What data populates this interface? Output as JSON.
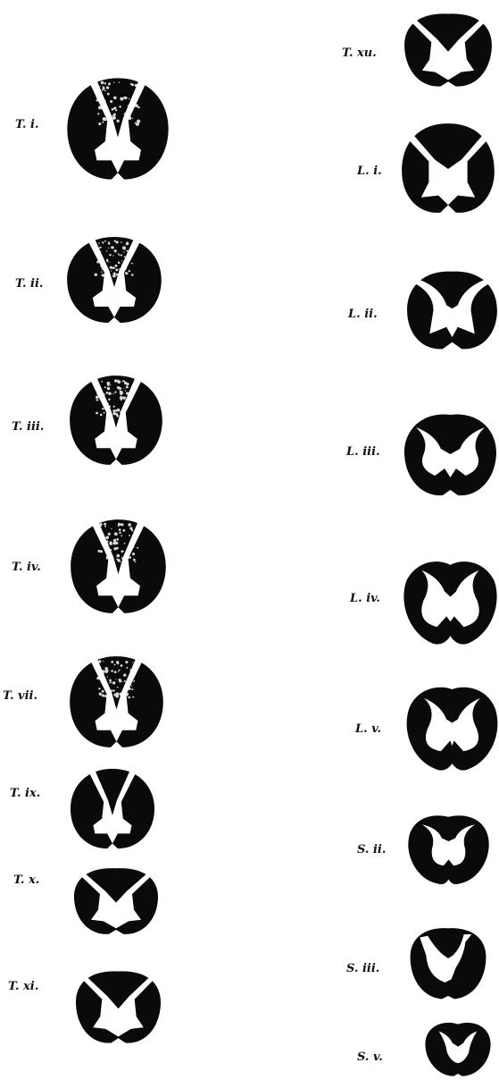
{
  "figure": {
    "left_column": [
      {
        "label": "T. i."
      },
      {
        "label": "T. ii."
      },
      {
        "label": "T. iii."
      },
      {
        "label": "T. iv."
      },
      {
        "label": "T. vii."
      },
      {
        "label": "T. ix."
      },
      {
        "label": "T. x."
      },
      {
        "label": "T. xi."
      }
    ],
    "right_column": [
      {
        "label": "T. xu."
      },
      {
        "label": "L. i."
      },
      {
        "label": "L. ii."
      },
      {
        "label": "L. iii."
      },
      {
        "label": "L. iv."
      },
      {
        "label": "L. v."
      },
      {
        "label": "S. ii."
      },
      {
        "label": "S. iii."
      },
      {
        "label": "S. v."
      }
    ]
  },
  "colors": {
    "white_matter": "#0a0a0a",
    "grey_matter": "#ffffff",
    "speckle": "#d8d8d8"
  }
}
